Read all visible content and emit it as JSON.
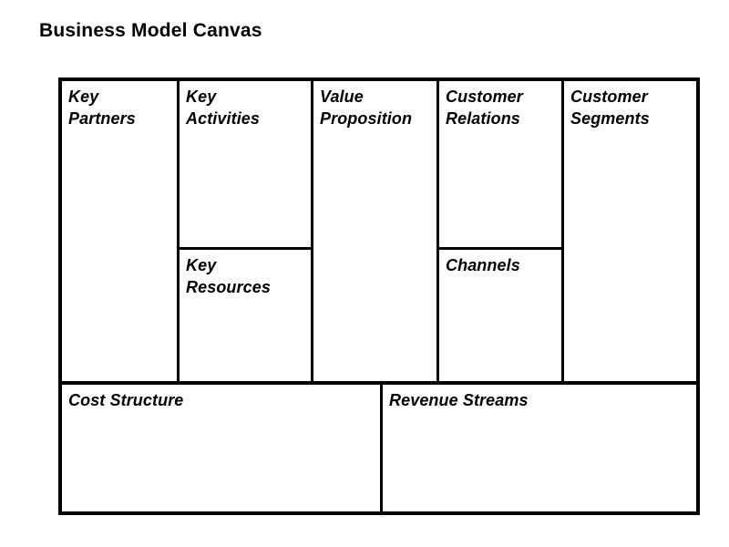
{
  "page": {
    "title": "Business Model Canvas",
    "background_color": "#ffffff",
    "line_color": "#000000",
    "text_color": "#000000"
  },
  "canvas": {
    "top_section": {
      "blocks": [
        {
          "key": "key_partners",
          "label": "Key Partners",
          "line1": "Key",
          "line2": "Partners",
          "column": 1,
          "spans_full_height": true
        },
        {
          "key": "key_activities",
          "label": "Key Activities",
          "line1": "Key",
          "line2": "Activities",
          "column": 2,
          "spans_full_height": false
        },
        {
          "key": "key_resources",
          "label": "Key Resources",
          "line1": "Key",
          "line2": "Resources",
          "column": 2,
          "spans_full_height": false
        },
        {
          "key": "value_proposition",
          "label": "Value Proposition",
          "line1": "Value",
          "line2": "Proposition",
          "column": 3,
          "spans_full_height": true
        },
        {
          "key": "customer_relations",
          "label": "Customer Relations",
          "line1": "Customer",
          "line2": "Relations",
          "column": 4,
          "spans_full_height": false
        },
        {
          "key": "channels",
          "label": "Channels",
          "line1": "Channels",
          "line2": "",
          "column": 4,
          "spans_full_height": false
        },
        {
          "key": "customer_segments",
          "label": "Customer Segments",
          "line1": "Customer",
          "line2": "Segments",
          "column": 5,
          "spans_full_height": true
        }
      ]
    },
    "bottom_section": {
      "blocks": [
        {
          "key": "cost_structure",
          "label": "Cost Structure",
          "line1": "Cost Structure",
          "line2": ""
        },
        {
          "key": "revenue_streams",
          "label": "Revenue Streams",
          "line1": "Revenue Streams",
          "line2": ""
        }
      ]
    }
  }
}
